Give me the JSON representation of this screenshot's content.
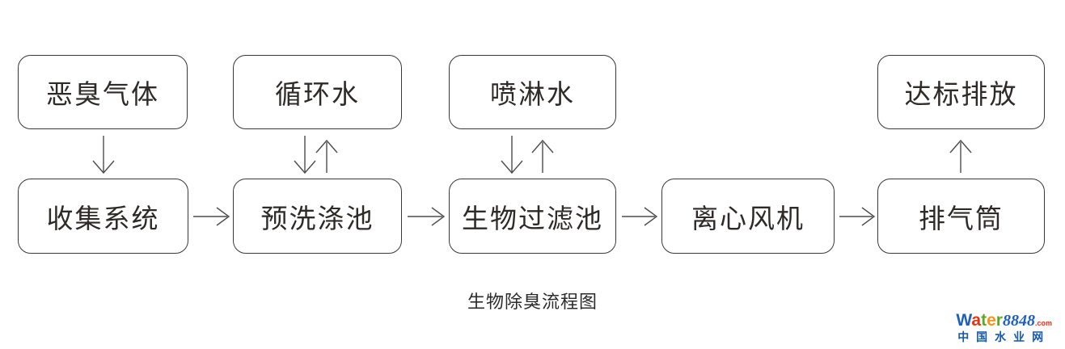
{
  "diagram": {
    "caption": "生物除臭流程图",
    "nodes": {
      "odor_gas": "恶臭气体",
      "circulating_water": "循环水",
      "spray_water": "喷淋水",
      "discharge": "达标排放",
      "collection": "收集系统",
      "prewash": "预洗涤池",
      "biofilter": "生物过滤池",
      "fan": "离心风机",
      "stack": "排气筒"
    },
    "colors": {
      "box_border": "#3b3735",
      "node_text": "#2e2a28",
      "arrow": "#4d4d4d"
    }
  },
  "watermark": {
    "letters": [
      {
        "ch": "W",
        "color": "#1c5fc0"
      },
      {
        "ch": "a",
        "color": "#e63312"
      },
      {
        "ch": "t",
        "color": "#5da829"
      },
      {
        "ch": "e",
        "color": "#f7941d"
      },
      {
        "ch": "r",
        "color": "#5da829"
      }
    ],
    "number": "8848",
    "number_color": "#1c5fc0",
    "tld": ".com",
    "tld_color": "#e63312",
    "subtitle": "中国水业网",
    "subtitle_color": "#1558b0"
  }
}
